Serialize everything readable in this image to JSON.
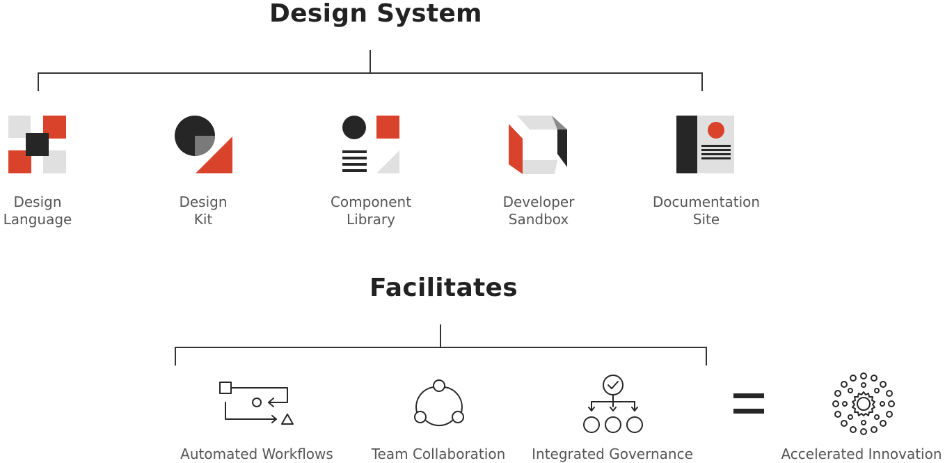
{
  "title": "Design System",
  "subtitle": "Facilitates",
  "components": [
    {
      "line1": "Design",
      "line2": "Language",
      "icon": "design-language-icon"
    },
    {
      "line1": "Design",
      "line2": "Kit",
      "icon": "design-kit-icon"
    },
    {
      "line1": "Component",
      "line2": "Library",
      "icon": "component-library-icon"
    },
    {
      "line1": "Developer",
      "line2": "Sandbox",
      "icon": "developer-sandbox-icon"
    },
    {
      "line1": "Documentation",
      "line2": "Site",
      "icon": "documentation-site-icon"
    }
  ],
  "benefits": [
    {
      "label": "Automated Workflows",
      "icon": "workflow-icon"
    },
    {
      "label": "Team Collaboration",
      "icon": "collaboration-icon"
    },
    {
      "label": "Integrated Governance",
      "icon": "governance-icon"
    }
  ],
  "equals_symbol": "=",
  "result": {
    "label": "Accelerated Innovation",
    "icon": "gear-icon"
  },
  "colors": {
    "accent": "#d9432b",
    "dark": "#262626",
    "light": "#e0e0e0",
    "text": "#555555"
  }
}
